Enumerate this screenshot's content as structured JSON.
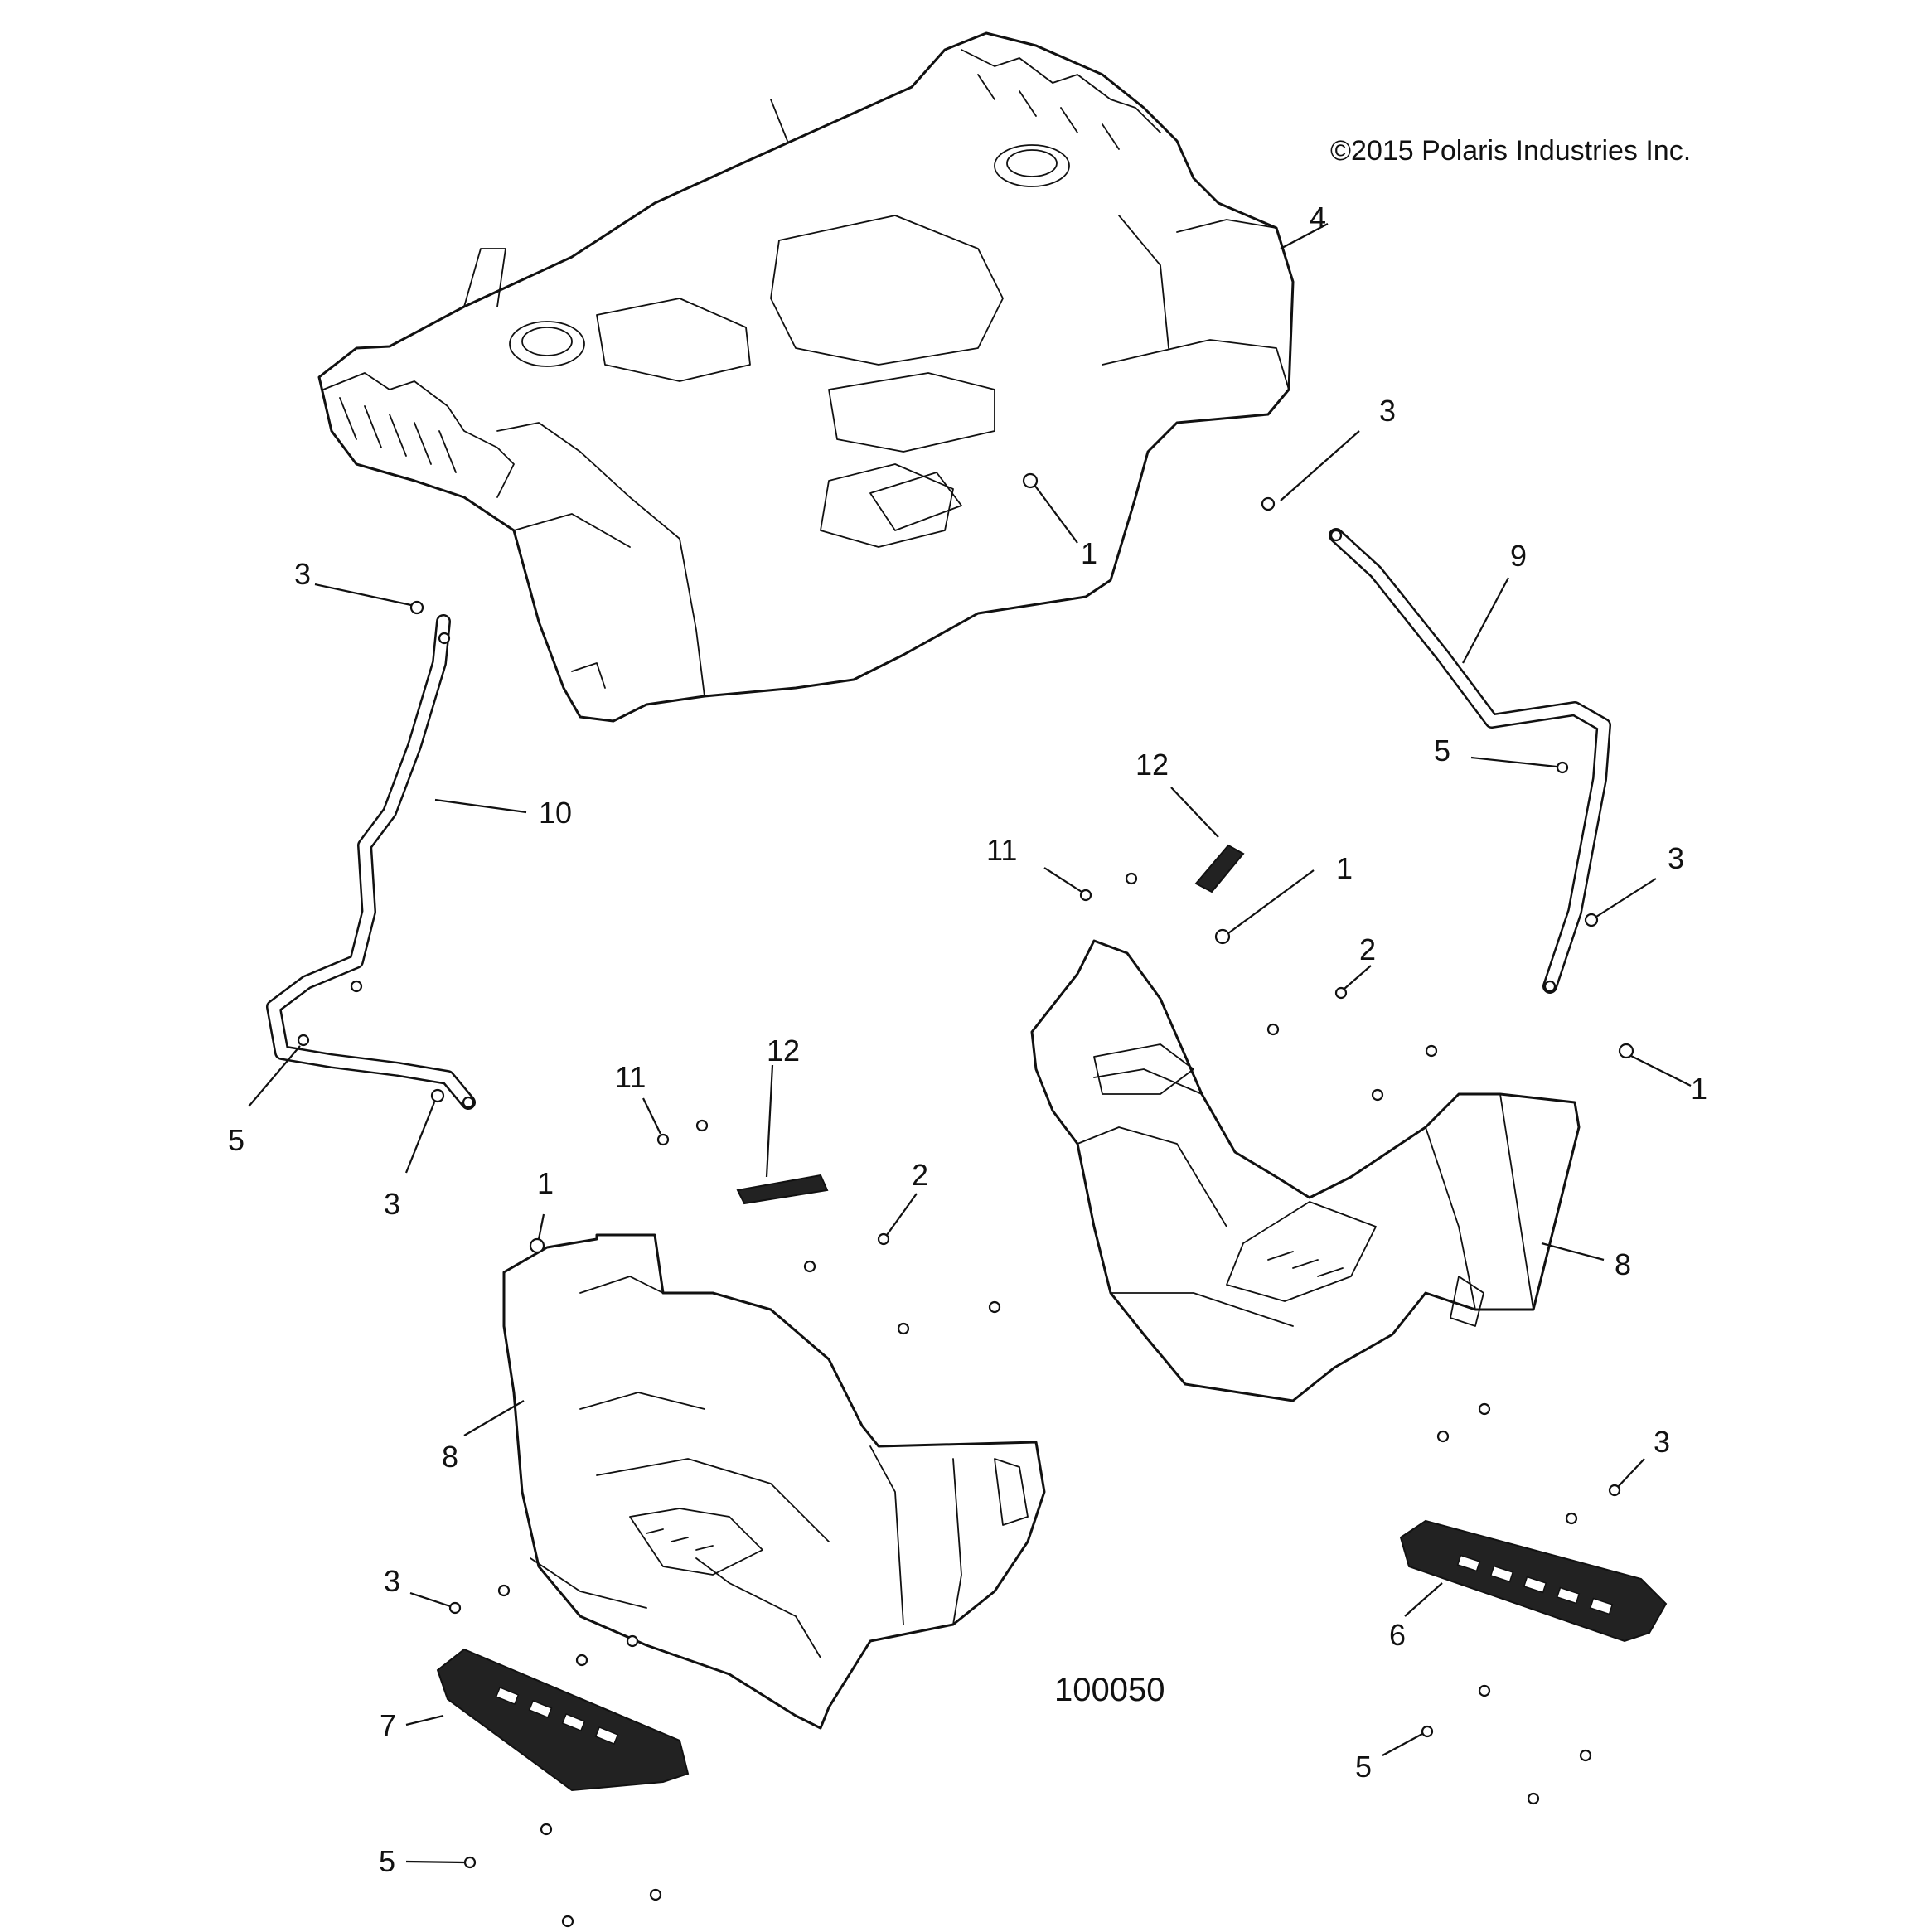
{
  "copyright": "©2015 Polaris Industries Inc.",
  "figure_number": "100050",
  "callouts": {
    "c1_rack_rivet": "1",
    "c3_right_top": "3",
    "c4_rear_rack": "4",
    "c9_right_brace": "9",
    "c3_left_top": "3",
    "c10_left_brace": "10",
    "c5_right_brace": "5",
    "c12_right": "12",
    "c11_right": "11",
    "c1_right_footwell": "1",
    "c3_right_brace_lower": "3",
    "c2_right": "2",
    "c1_right_side": "1",
    "c8_right": "8",
    "c5_left_brace": "5",
    "c3_left_brace_lower": "3",
    "c11_left": "11",
    "c12_left": "12",
    "c1_left_footwell": "1",
    "c2_left": "2",
    "c8_left": "8",
    "c3_right_footrest": "3",
    "c6_right_footrest": "6",
    "c3_left_footrest": "3",
    "c7_left_footrest": "7",
    "c5_right_footrest": "5",
    "c5_left_footrest": "5"
  }
}
